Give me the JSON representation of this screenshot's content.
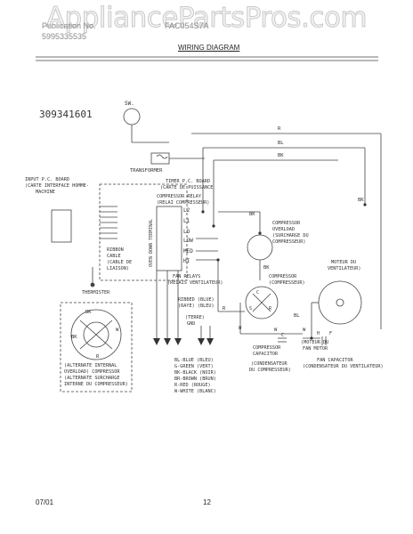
{
  "watermark": "AppliancePartsPros.com",
  "header": {
    "line1": "Publication No.",
    "line2": "5995335535",
    "line3": "FAC054S7A",
    "title": "WIRING DIAGRAM"
  },
  "diagram": {
    "part_number": "309341601",
    "sw_label": "SW.",
    "transformer": "TRANSFORMER",
    "input_board": [
      "INPUT P.C. BOARD",
      "(CARTE INTERFACE HOMME-",
      "MACHINE"
    ],
    "timer_board": [
      "TIMER P.C. BOARD",
      "(CARTE DE PUISSANCE"
    ],
    "compressor_relay": [
      "COMPRESSOR RELAY",
      "(RELAI COMPRESSEUR)"
    ],
    "ribbon_cable": [
      "RIBBON",
      "CABLE",
      "(CABLE DE",
      "LIAISON)"
    ],
    "thermistor": "THERMISTER",
    "vertical_text": "OVEN DOWN TERMINAL",
    "terminals": [
      "L2",
      "L1",
      "LO",
      "LOW",
      "MED",
      "HI"
    ],
    "fan_relays": [
      "FAN RELAYS",
      "(RELAIS VENTILATEUR)"
    ],
    "ground": [
      "(TERRE)",
      "GND"
    ],
    "ribbed": [
      "RIBBED (BLUE)",
      "(RAYE) (BLEU)"
    ],
    "color_legend": [
      "BL-BLUE (BLEU)",
      "G-GREEN (VERT)",
      "BK-BLACK (NOIR)",
      "BR-BROWN (BRUN)",
      "R-RED (ROUGE)",
      "W-WHITE (BLANC)"
    ],
    "overload": [
      "(ALTERNATE INTERNAL",
      "OVERLOAD) COMPRESSOR",
      "(ALTERNATE SURCHARGE",
      "INTERNE DU COMPRESSEUR)"
    ],
    "compressor_overload": [
      "COMPRESSOR",
      "OVERLOAD",
      "(SURCHARGE DU",
      "COMPRESSEUR)"
    ],
    "compressor": [
      "COMPRESSOR",
      "(COMPRESSEUR)"
    ],
    "fan_motor": [
      "MOTEUR DU",
      "VENTILATEUR)",
      "FAN MOTOR"
    ],
    "compressor_capacitor": [
      "COMPRESSOR",
      "CAPACITOR",
      "(CONDENSATEUR",
      "DU COMPRESSEUR)"
    ],
    "fan_capacitor": [
      "FAN CAPACITOR",
      "(CONDENSATEUR DU VENTILATEUR)"
    ],
    "motor_label": [
      "(MOTEUR DU",
      "FAN MOTOR"
    ],
    "wire_tags": [
      "R",
      "BL",
      "BK",
      "BK",
      "R",
      "W",
      "BL",
      "W",
      "BK",
      "W",
      "BK"
    ],
    "dial_labels": [
      "BK",
      "W",
      "R",
      "BK"
    ],
    "cap_letters": [
      "C",
      "H",
      "F"
    ],
    "comp_letters": [
      "C",
      "S",
      "R"
    ]
  },
  "footer": {
    "date": "07/01",
    "page": "12"
  }
}
